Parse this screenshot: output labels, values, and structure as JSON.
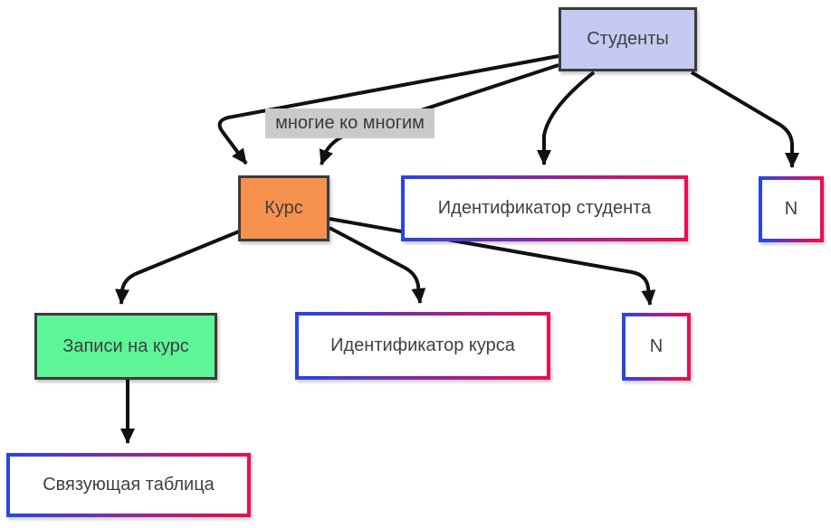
{
  "diagram": {
    "nodes": {
      "students": {
        "label": "Студенты",
        "fill": "#c5caf2",
        "border_color": "#3b3b3b"
      },
      "relation": {
        "label": "многие ко многим",
        "fill": "#cacaca"
      },
      "course": {
        "label": "Курс",
        "fill": "#f7924e",
        "border_color": "#3b3b3b"
      },
      "student_id": {
        "label": "Идентификатор студента",
        "fill": "#ffffff",
        "border_gradient": [
          "#2945e6",
          "#ee0b52"
        ]
      },
      "n_students": {
        "label": "N",
        "fill": "#ffffff",
        "border_gradient": [
          "#2945e6",
          "#ee0b52"
        ]
      },
      "enrollments": {
        "label": "Записи на курс",
        "fill": "#5ef598",
        "border_color": "#3b3b3b"
      },
      "course_id": {
        "label": "Идентификатор курса",
        "fill": "#ffffff",
        "border_gradient": [
          "#2945e6",
          "#ee0b52"
        ]
      },
      "n_courses": {
        "label": "N",
        "fill": "#ffffff",
        "border_gradient": [
          "#2945e6",
          "#ee0b52"
        ]
      },
      "link_table": {
        "label": "Связующая таблица",
        "fill": "#ffffff",
        "border_gradient": [
          "#2945e6",
          "#ee0b52"
        ]
      }
    },
    "edges": [
      {
        "from": "Студенты",
        "to": "Курс",
        "label": "многие ко многим"
      },
      {
        "from": "Студенты",
        "to": "Курс",
        "label": "многие ко многим"
      },
      {
        "from": "Студенты",
        "to": "Идентификатор студента"
      },
      {
        "from": "Студенты",
        "to": "N"
      },
      {
        "from": "Курс",
        "to": "Записи на курс"
      },
      {
        "from": "Курс",
        "to": "Идентификатор курса"
      },
      {
        "from": "Курс",
        "to": "N"
      },
      {
        "from": "Записи на курс",
        "to": "Связующая таблица"
      }
    ],
    "colors": {
      "arrow": "#111111",
      "text": "#3f3f3f",
      "gradient_start": "#2945e6",
      "gradient_end": "#ee0b52"
    }
  }
}
